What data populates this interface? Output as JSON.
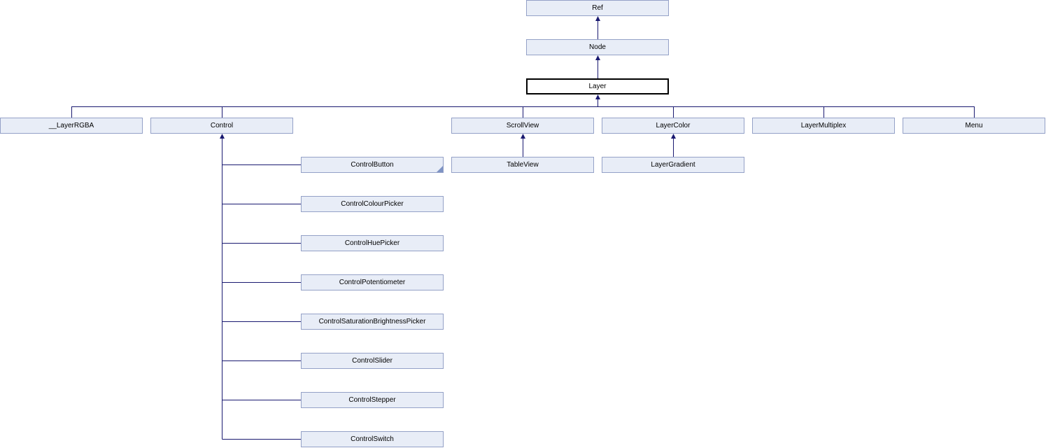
{
  "diagram": {
    "description": "Inheritance graph for class Layer",
    "colors": {
      "edge": "#191970",
      "node_fill": "#E8EDF7",
      "node_border": "#94A1C7",
      "selected_fill": "#FFFFFF",
      "selected_border": "#000000",
      "truncated_corner": "#7E93C4",
      "background": "#FFFFFF"
    },
    "nodes": [
      {
        "label": "Ref"
      },
      {
        "label": "Node"
      },
      {
        "label": "Layer",
        "selected": true
      },
      {
        "label": "__LayerRGBA"
      },
      {
        "label": "Control"
      },
      {
        "label": "ScrollView"
      },
      {
        "label": "LayerColor"
      },
      {
        "label": "LayerMultiplex"
      },
      {
        "label": "Menu"
      },
      {
        "label": "ControlButton",
        "truncated": true
      },
      {
        "label": "TableView"
      },
      {
        "label": "LayerGradient"
      },
      {
        "label": "ControlColourPicker"
      },
      {
        "label": "ControlHuePicker"
      },
      {
        "label": "ControlPotentiometer"
      },
      {
        "label": "ControlSaturationBrightnessPicker"
      },
      {
        "label": "ControlSlider"
      },
      {
        "label": "ControlStepper"
      },
      {
        "label": "ControlSwitch"
      }
    ],
    "edges": [
      {
        "from": "Node",
        "to": "Ref"
      },
      {
        "from": "Layer",
        "to": "Node"
      },
      {
        "from": "__LayerRGBA",
        "to": "Layer"
      },
      {
        "from": "Control",
        "to": "Layer"
      },
      {
        "from": "ScrollView",
        "to": "Layer"
      },
      {
        "from": "LayerColor",
        "to": "Layer"
      },
      {
        "from": "LayerMultiplex",
        "to": "Layer"
      },
      {
        "from": "Menu",
        "to": "Layer"
      },
      {
        "from": "ControlButton",
        "to": "Control"
      },
      {
        "from": "ControlColourPicker",
        "to": "Control"
      },
      {
        "from": "ControlHuePicker",
        "to": "Control"
      },
      {
        "from": "ControlPotentiometer",
        "to": "Control"
      },
      {
        "from": "ControlSaturationBrightnessPicker",
        "to": "Control"
      },
      {
        "from": "ControlSlider",
        "to": "Control"
      },
      {
        "from": "ControlStepper",
        "to": "Control"
      },
      {
        "from": "ControlSwitch",
        "to": "Control"
      },
      {
        "from": "TableView",
        "to": "ScrollView"
      },
      {
        "from": "LayerGradient",
        "to": "LayerColor"
      }
    ]
  }
}
